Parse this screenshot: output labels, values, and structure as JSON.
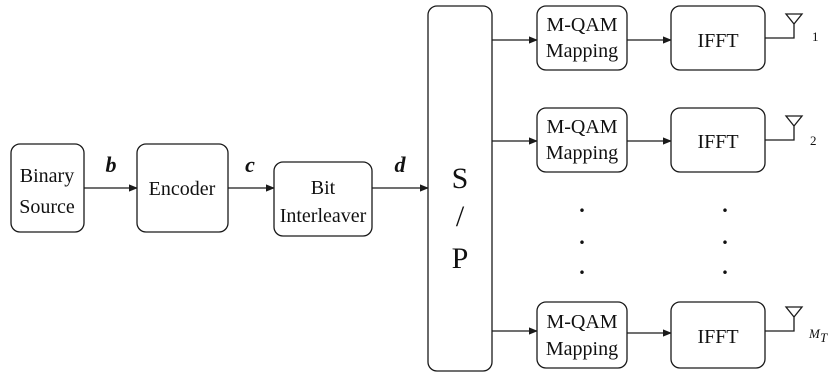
{
  "blocks": {
    "binary_source": [
      "Binary",
      "Source"
    ],
    "encoder": "Encoder",
    "bit_interleaver": [
      "Bit",
      "Interleaver"
    ],
    "sp": [
      "S",
      "/",
      "P"
    ],
    "mqam": [
      "M-QAM",
      "Mapping"
    ],
    "ifft": "IFFT"
  },
  "signals": {
    "b": "b",
    "c": "c",
    "d": "d"
  },
  "antennas": [
    "1",
    "2",
    "M",
    "T"
  ],
  "ellipsis": "."
}
